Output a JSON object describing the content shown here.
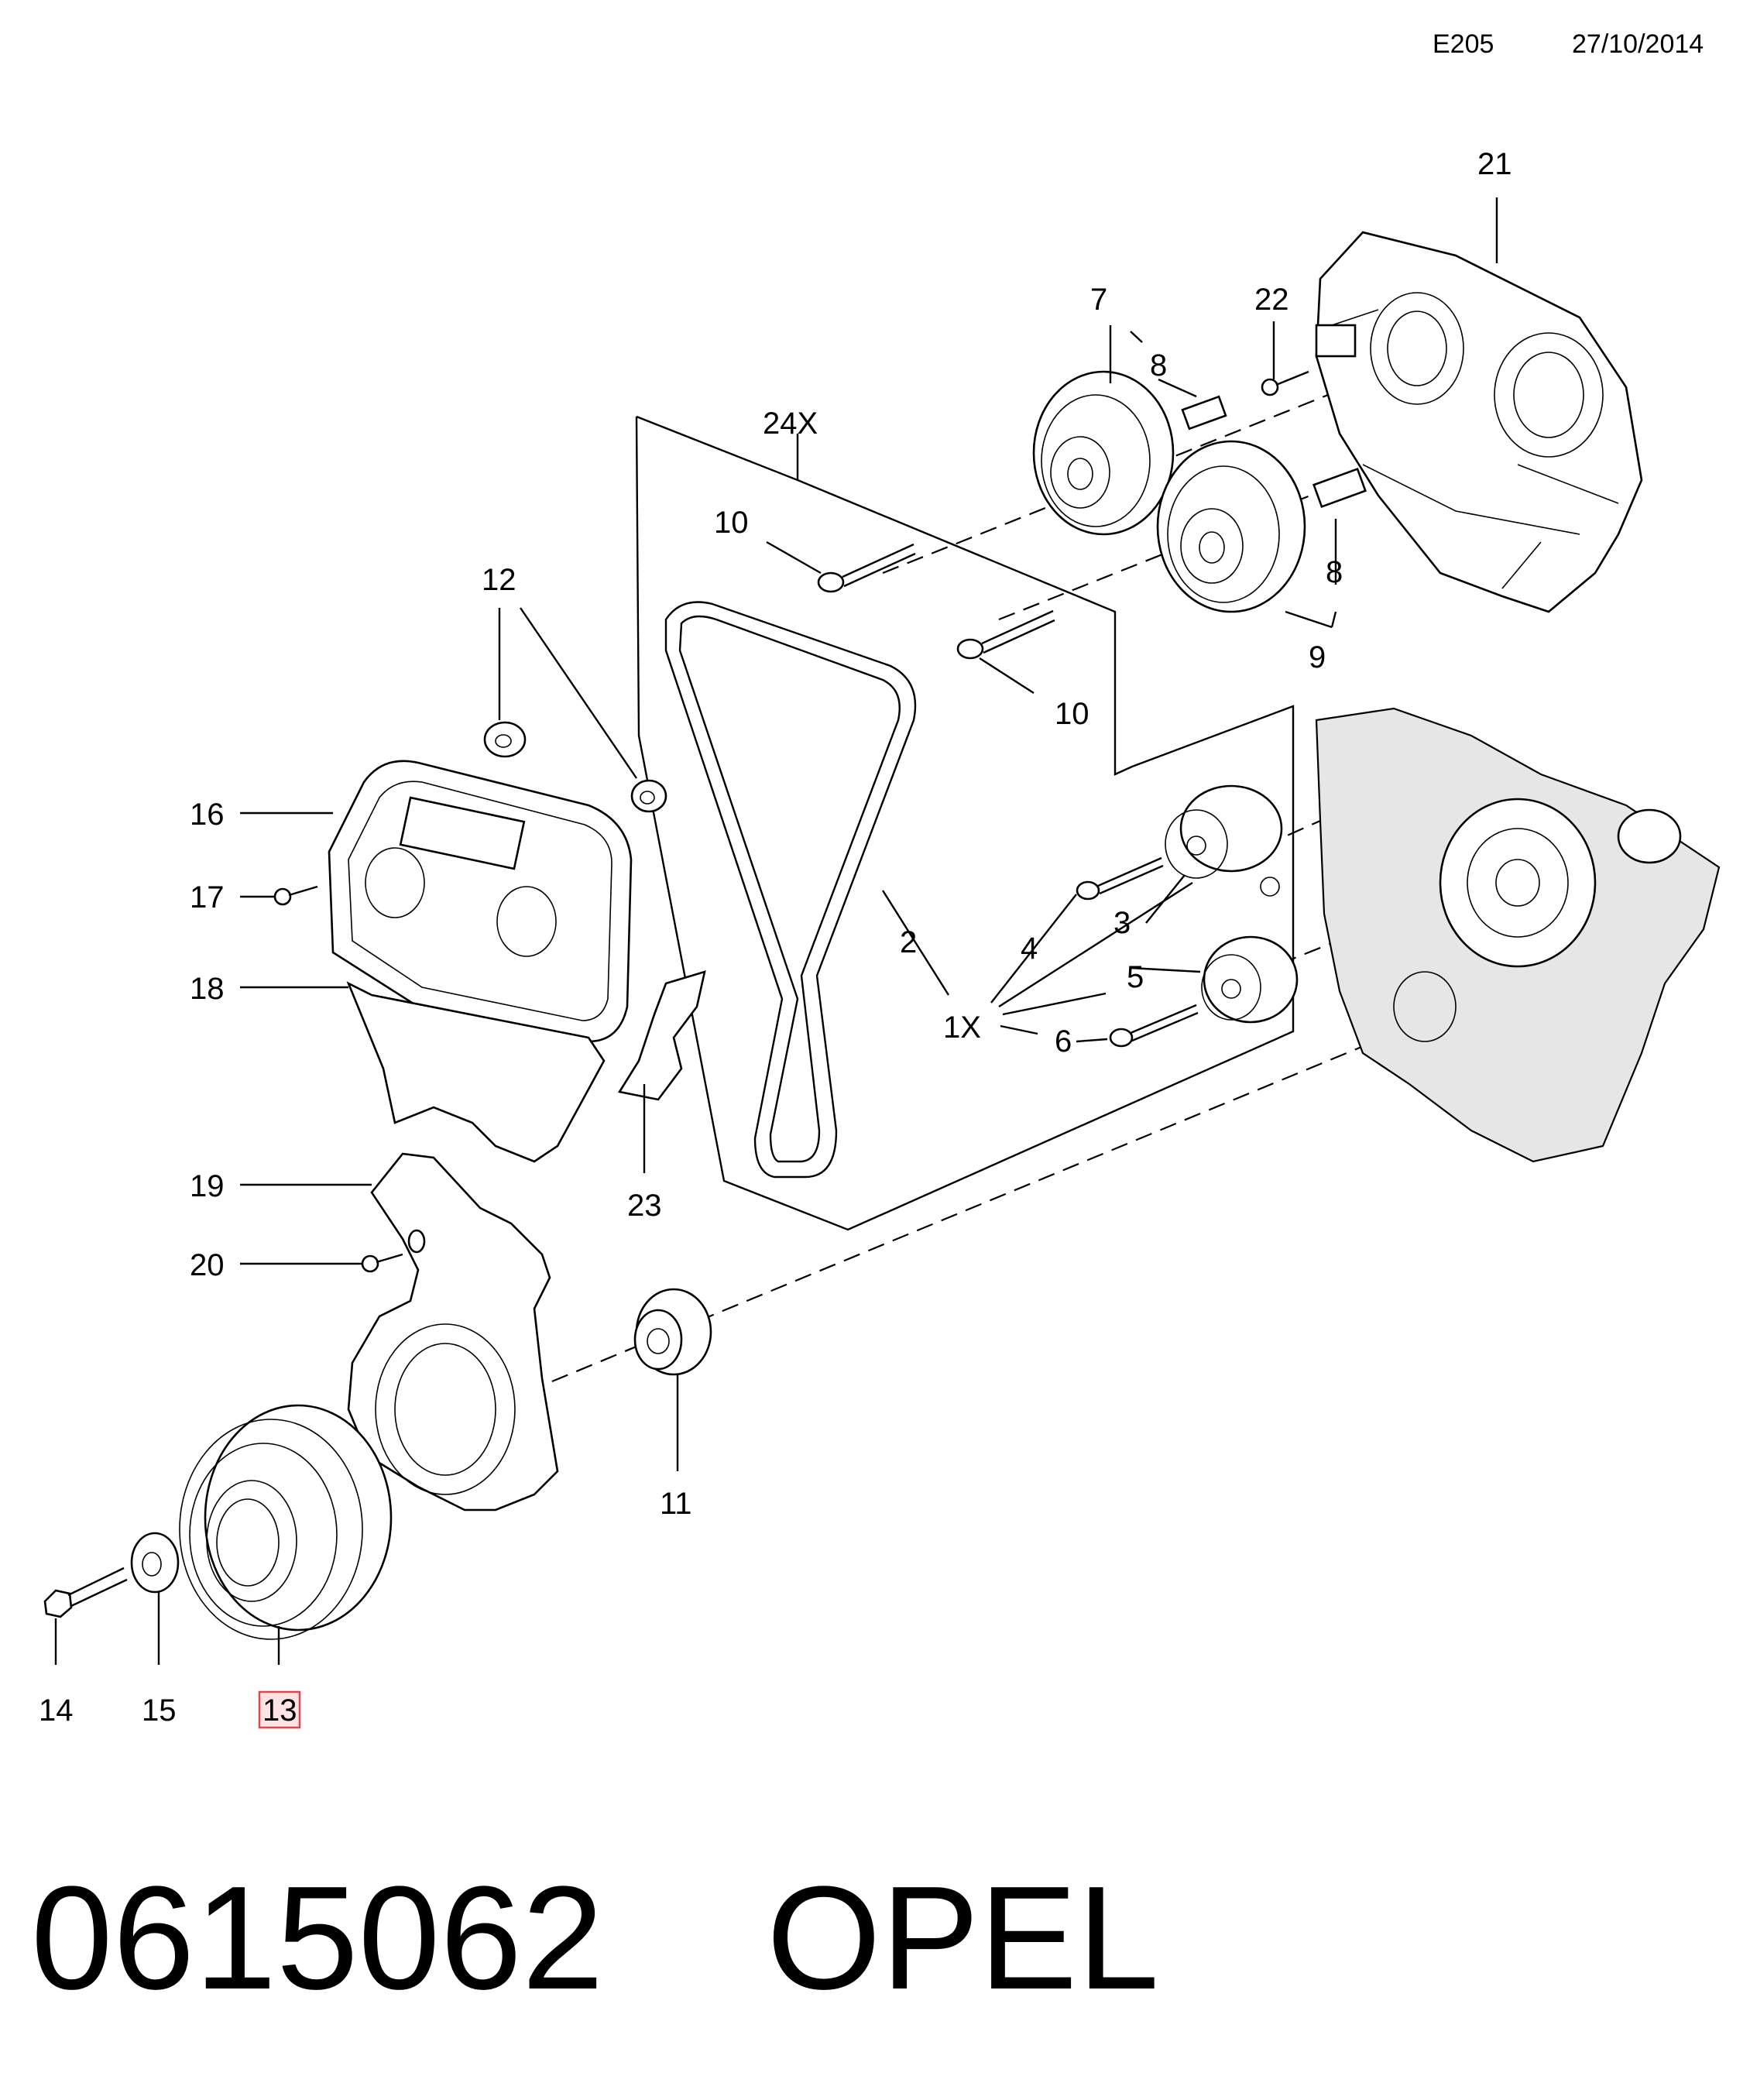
{
  "header": {
    "code": "E205",
    "date": "27/10/2014"
  },
  "callouts": {
    "c1x": "1X",
    "c2": "2",
    "c3": "3",
    "c4": "4",
    "c5": "5",
    "c6": "6",
    "c7": "7",
    "c8a": "8",
    "c8b": "8",
    "c9": "9",
    "c10a": "10",
    "c10b": "10",
    "c11": "11",
    "c12": "12",
    "c13": "13",
    "c14": "14",
    "c15": "15",
    "c16": "16",
    "c17": "17",
    "c18": "18",
    "c19": "19",
    "c20": "20",
    "c21": "21",
    "c22": "22",
    "c23": "23",
    "c24x": "24X"
  },
  "highlighted_callout": "13",
  "colors": {
    "highlight_fill": "#fde3e4",
    "highlight_stroke": "#e0464e"
  },
  "footer": {
    "part_number": "0615062",
    "brand": "OPEL"
  }
}
